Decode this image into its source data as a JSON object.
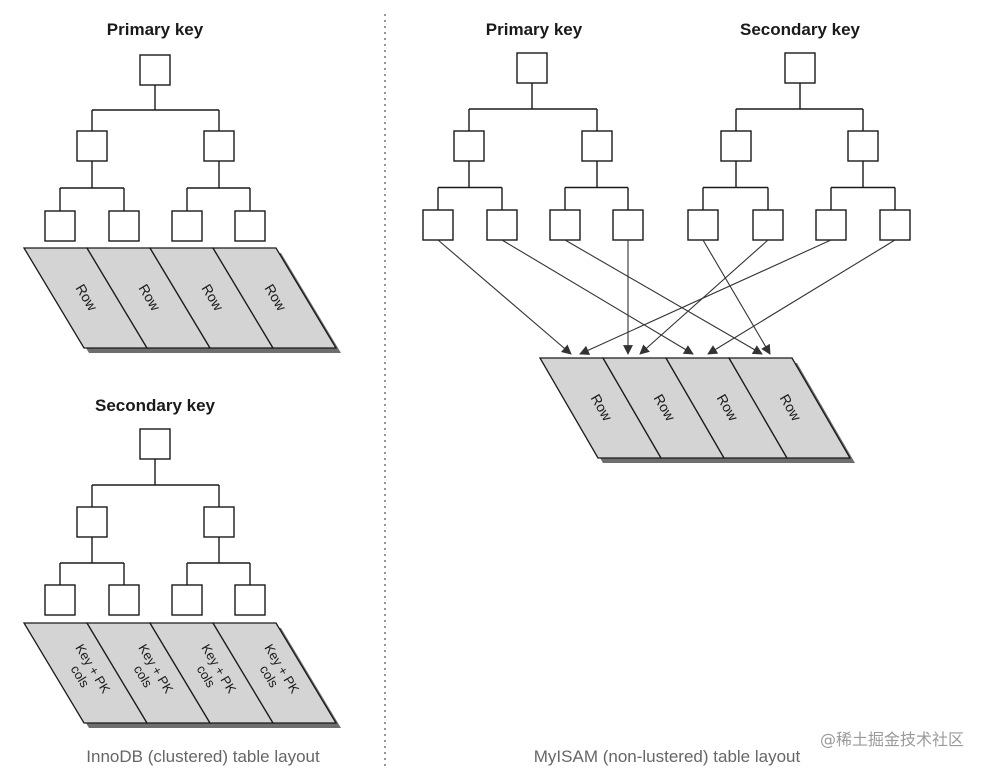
{
  "innodb": {
    "primary_title": "Primary key",
    "secondary_title": "Secondary key",
    "primary_rows": [
      "Row",
      "Row",
      "Row",
      "Row"
    ],
    "secondary_rows": [
      "Key + PK cols",
      "Key + PK cols",
      "Key + PK cols",
      "Key + PK cols"
    ],
    "caption": "InnoDB (clustered) table layout"
  },
  "myisam": {
    "primary_title": "Primary key",
    "secondary_title": "Secondary key",
    "rows": [
      "Row",
      "Row",
      "Row",
      "Row"
    ],
    "caption": "MyISAM (non-lustered) table layout"
  },
  "watermark": "@稀土掘金技术社区"
}
